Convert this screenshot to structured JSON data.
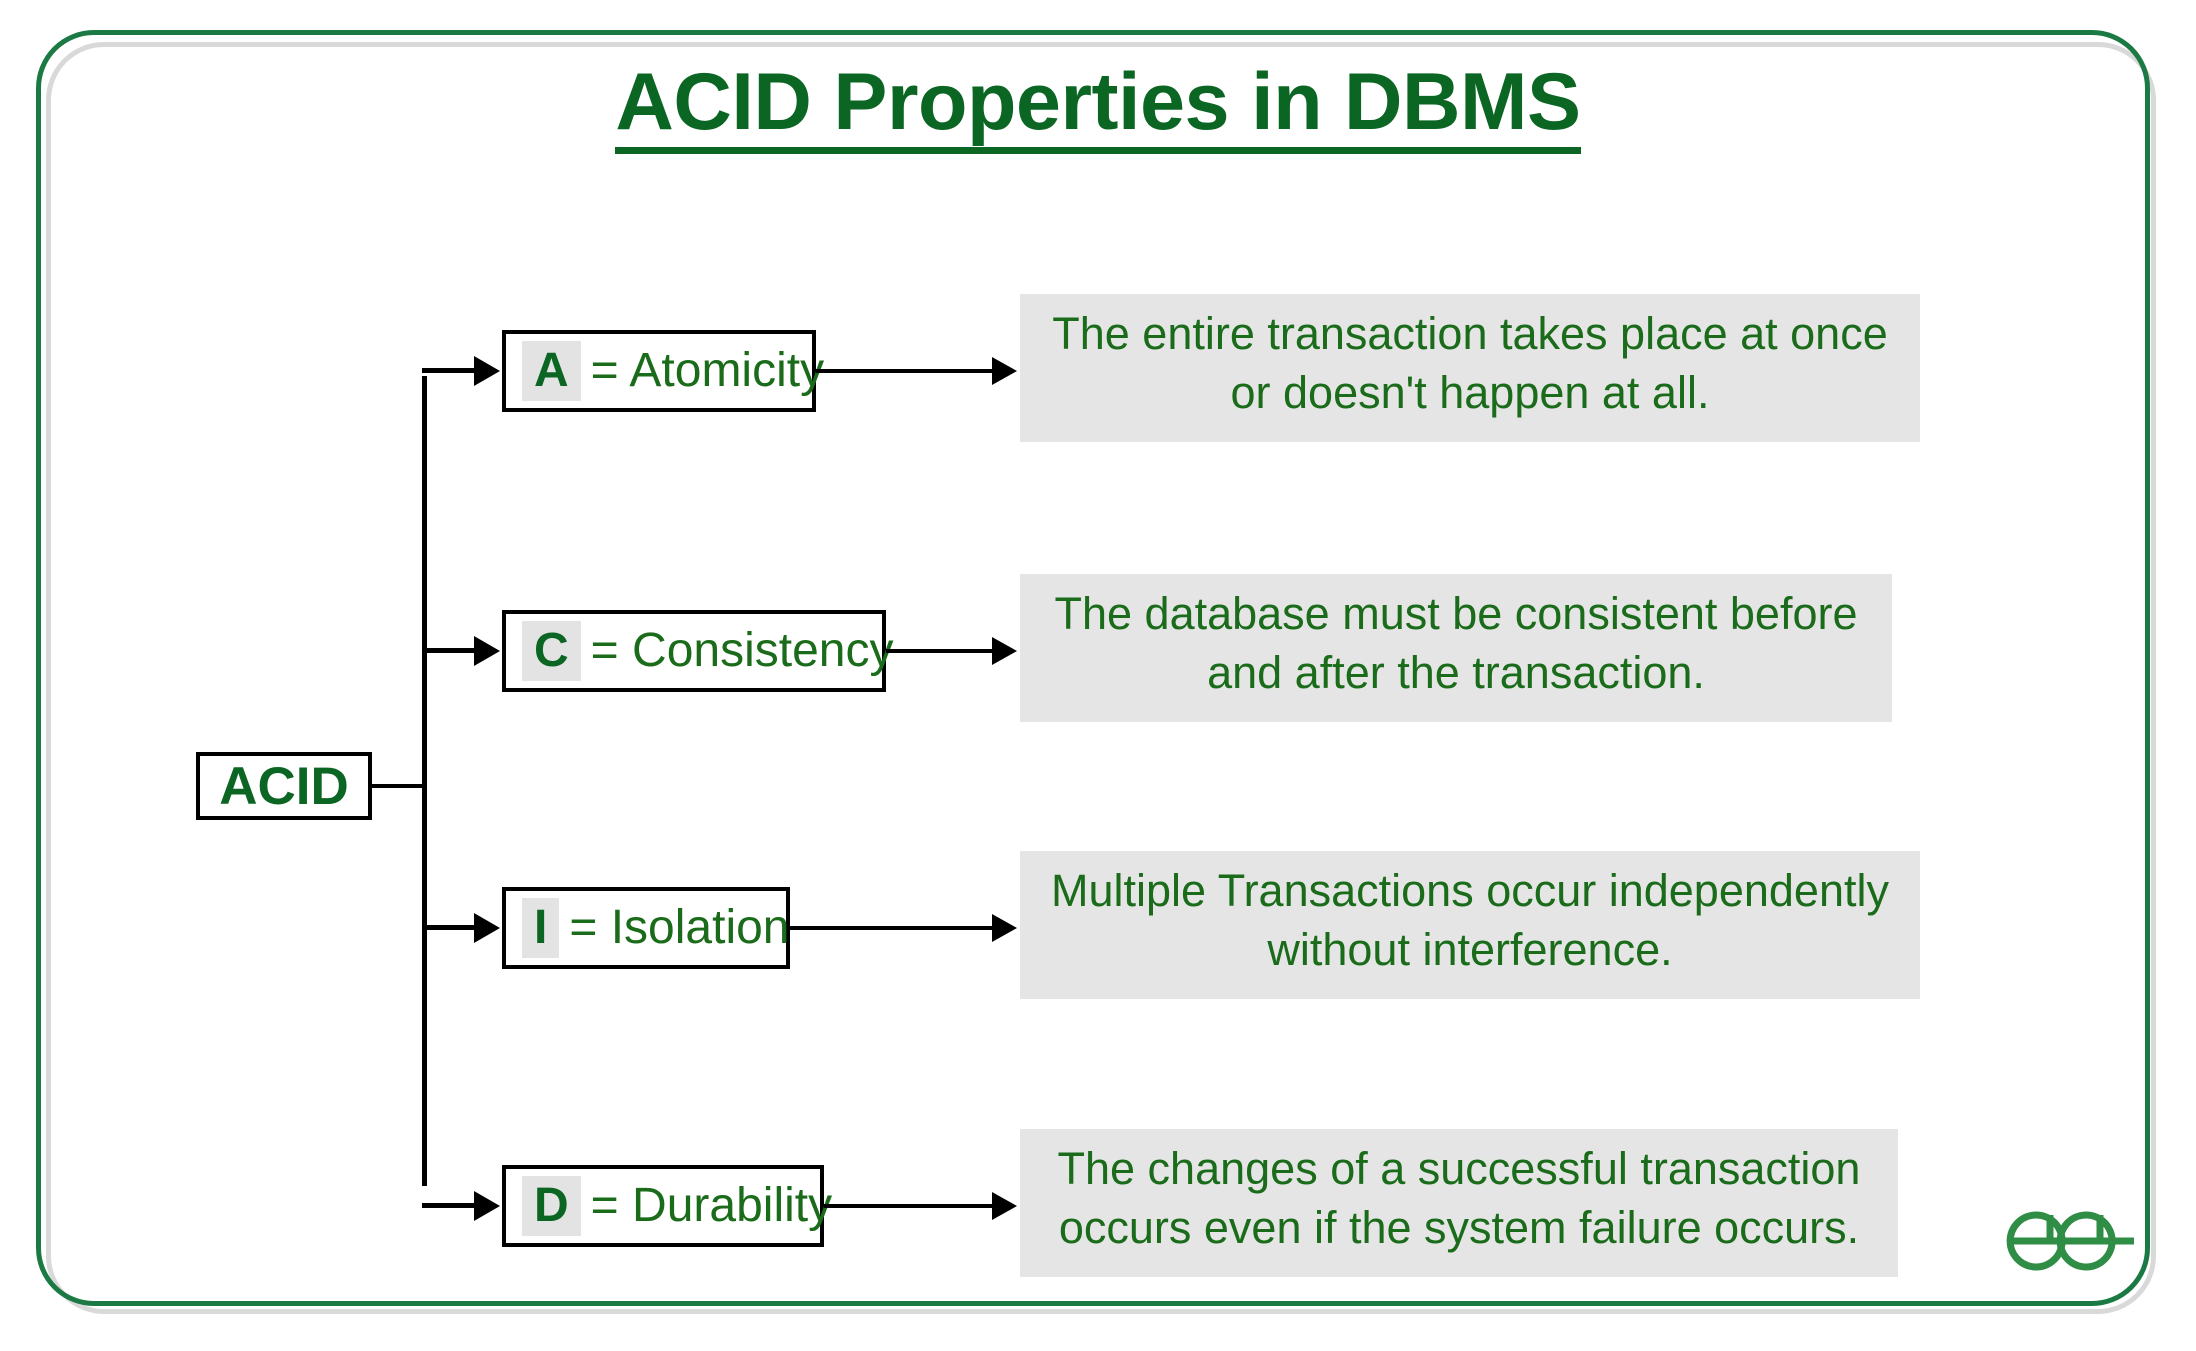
{
  "page": {
    "title": "ACID Properties in DBMS",
    "background": "#ffffff",
    "frame_color": "#1b7a43",
    "text_green": "#1a6b1a",
    "title_green": "#0b6623",
    "highlight_gray": "#e3e3e3",
    "desc_gray": "#e5e5e5",
    "logo_green": "#2f8d46"
  },
  "root": {
    "label": "ACID"
  },
  "properties": [
    {
      "letter": "A",
      "rest": "= Atomicity",
      "description_line1": "The entire transaction takes place at once",
      "description_line2": "or doesn't happen at all."
    },
    {
      "letter": "C",
      "rest": "= Consistency",
      "description_line1": "The database must be consistent before",
      "description_line2": "and after the transaction."
    },
    {
      "letter": "I",
      "rest": "= Isolation",
      "description_line1": "Multiple Transactions occur independently",
      "description_line2": "without interference."
    },
    {
      "letter": "D",
      "rest": "= Durability",
      "description_line1": "The changes of a successful transaction",
      "description_line2": "occurs even if the system failure occurs."
    }
  ],
  "logo": {
    "name": "geeksforgeeks-logo",
    "text": "GG"
  }
}
